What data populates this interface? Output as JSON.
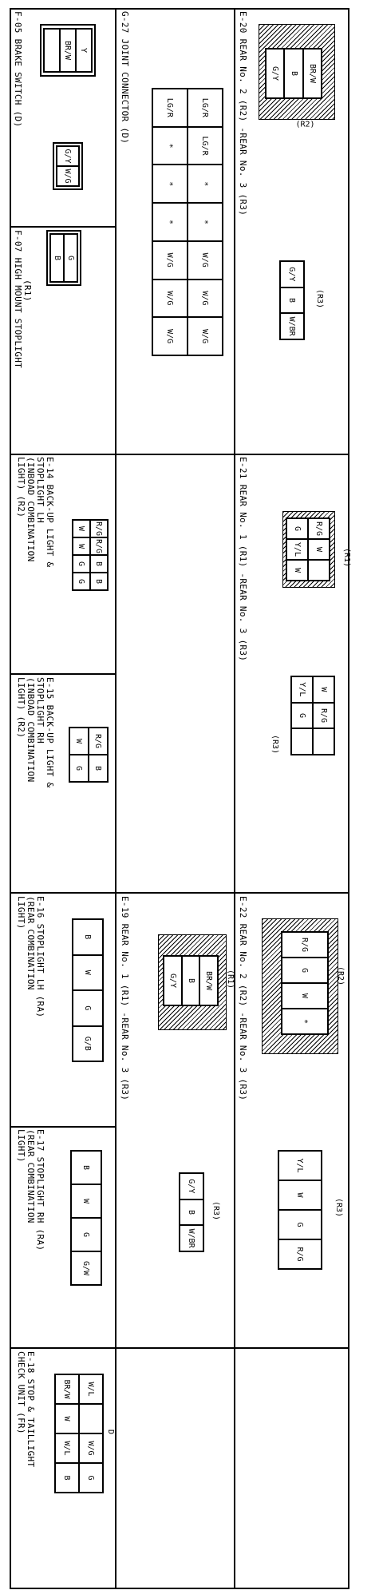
{
  "sections": {
    "f05": {
      "code": "F-05",
      "title": "BRAKE SWITCH (D)",
      "a": [
        "Y",
        "BR/W",
        ""
      ],
      "b": [
        "G/Y",
        "W/G"
      ]
    },
    "f07": {
      "code": "F-07",
      "title": "HIGH MOUNT STOPLIGHT",
      "sub": "(R1)",
      "pins": [
        "G",
        "B"
      ]
    },
    "g27": {
      "code": "G-27",
      "title": "JOINT CONNECTOR (D)",
      "row1": [
        "LG/R",
        "LG/R",
        "*",
        "*",
        "W/G",
        "W/G",
        "W/G"
      ],
      "row2": [
        "LG/R",
        "*",
        "*",
        "*",
        "W/G",
        "W/G",
        "W/G"
      ]
    },
    "e20": {
      "code": "E-20",
      "title": "REAR No. 2 (R2) -REAR No. 3 (R3)",
      "r2": [
        "BR/W",
        "B",
        "G/Y"
      ],
      "r2cap": "(R2)",
      "r3": [
        "G/Y",
        "B",
        "W/BR"
      ],
      "r3cap": "(R3)"
    },
    "e14": {
      "code": "E-14",
      "title": "BACK-UP LIGHT &\nSTOPLIGHT LH\n(INBOAD COMBINATION\nLIGHT) (R2)",
      "row1": [
        "R/G",
        "R/G",
        "B",
        "B"
      ],
      "row2": [
        "W",
        "W",
        "G",
        "G"
      ]
    },
    "e15": {
      "code": "E-15",
      "title": "BACK-UP LIGHT &\nSTOPLIGHT RH\n(INBOAD COMBINATION\nLIGHT) (R2)",
      "row1": [
        "R/G",
        "B"
      ],
      "row2": [
        "W",
        "G"
      ]
    },
    "e21": {
      "code": "E-21",
      "title": "REAR No. 1 (R1) -REAR No. 3 (R3)",
      "r1top": [
        "R/G",
        "W"
      ],
      "r1bot": [
        "G",
        "Y/L",
        "W"
      ],
      "r1cap": "(R1)",
      "r3top": [
        "W",
        "R/G"
      ],
      "r3bot": [
        "Y/L",
        "G"
      ],
      "r3cap": "(R3)"
    },
    "e16": {
      "code": "E-16",
      "title": "STOPLIGHT LH (RA)\n(REAR COMBINATION\nLIGHT)",
      "pins": [
        "B",
        "W",
        "G",
        "G/B"
      ]
    },
    "e17": {
      "code": "E-17",
      "title": "STOPLIGHT RH (RA)\n(REAR COMBINATION\nLIGHT)",
      "pins": [
        "B",
        "W",
        "G",
        "G/W"
      ]
    },
    "e19": {
      "code": "E-19",
      "title": "REAR No. 1 (R1) -REAR No. 3 (R3)",
      "r1": [
        "BR/W",
        "B",
        "G/Y"
      ],
      "r1cap": "(R1)",
      "r3": [
        "G/Y",
        "B",
        "W/BR"
      ],
      "r3cap": "(R3)"
    },
    "e22": {
      "code": "E-22",
      "title": "REAR No. 2 (R2) -REAR No. 3 (R3)",
      "r2": [
        "R/G",
        "G",
        "W",
        "*"
      ],
      "r2cap": "(R2)",
      "r3": [
        "Y/L",
        "W",
        "G",
        "R/G"
      ],
      "r3cap": "(R3)"
    },
    "e18": {
      "code": "E-18",
      "title": "STOP & TAILLIGHT\nCHECK UNIT (FR)",
      "row1": [
        "W/L",
        "W/G",
        "G"
      ],
      "row2": [
        "BR/W",
        "W",
        "W/L",
        "B"
      ],
      "cap": "D"
    }
  }
}
